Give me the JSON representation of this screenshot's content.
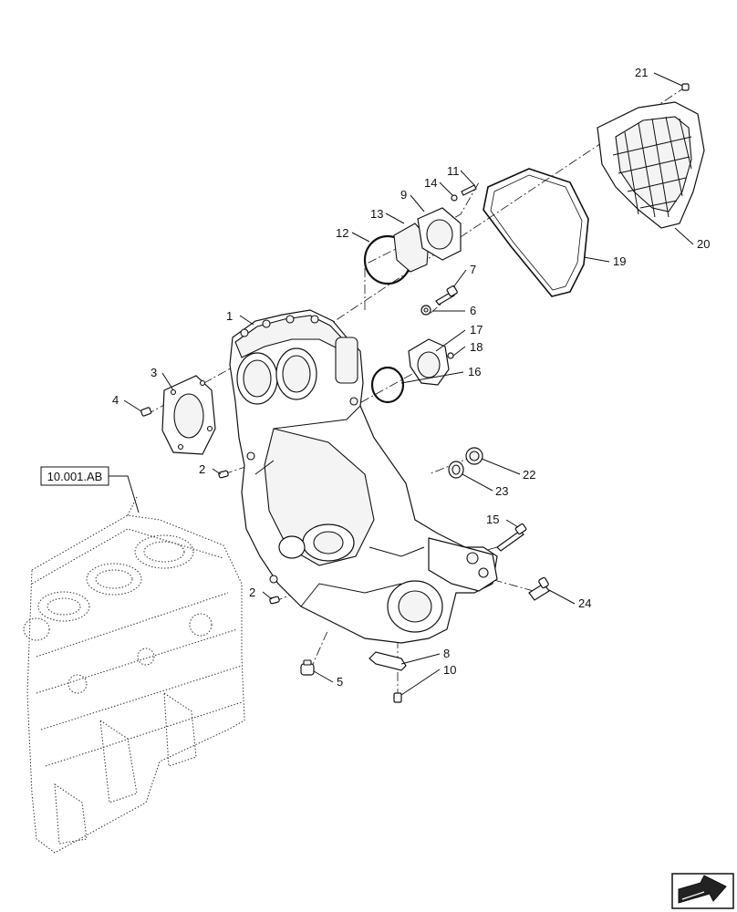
{
  "diagram": {
    "reference_box": "10.001.AB",
    "callouts": [
      "1",
      "2",
      "2",
      "3",
      "4",
      "5",
      "6",
      "7",
      "8",
      "9",
      "10",
      "11",
      "12",
      "13",
      "14",
      "15",
      "16",
      "17",
      "18",
      "19",
      "20",
      "21",
      "22",
      "23",
      "24"
    ]
  },
  "nav_icon": "next-page-arrow-icon"
}
